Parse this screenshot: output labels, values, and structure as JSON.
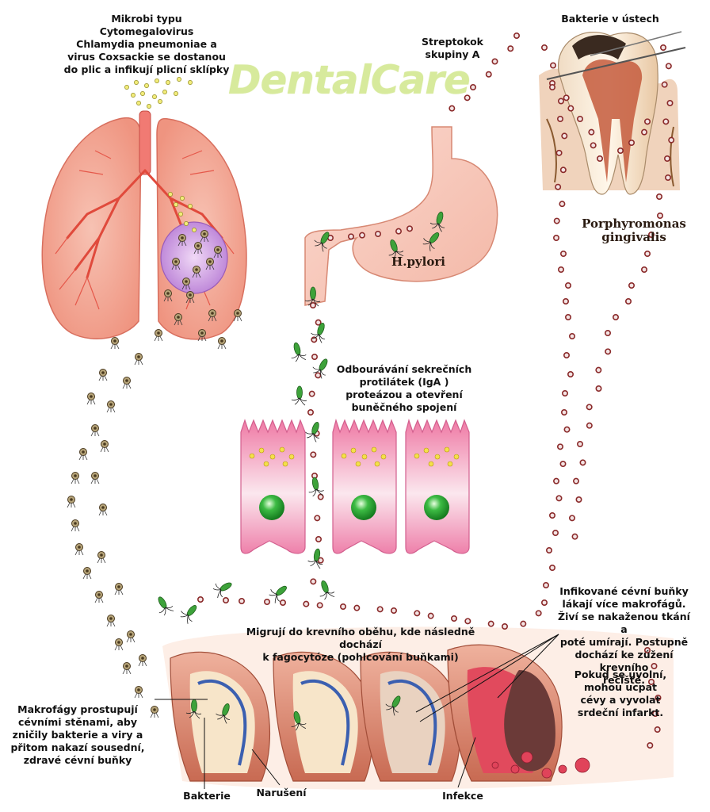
{
  "logo": {
    "text": "DentalCare"
  },
  "labels": {
    "lungs": "Mikrobi typu Cytomegalovirus\nChlamydia pneumoniae a\nvirus Coxsackie se dostanou\ndo plic a infikují plicní sklípky",
    "strep": "Streptokok\nskupiny A",
    "mouth": "Bakterie v ústech",
    "porphyromonas": "Porphyromonas\ngingivalis",
    "hpylori": "H.pylori",
    "iga": "Odbourávání sekrečních\nprotilátek (IgA )\nproteázou a otevření\nbuněčného spojení",
    "migrate": "Migrují do krevního oběhu, kde následně dochází\nk fagocytóze (pohlcování buňkami)",
    "infected": "Infikované cévní buňky\nlákají více makrofágů.\nŽiví se nakaženou tkání a\npoté umírají. Postupně\ndochází ke zúžení krevního\nřečiště.",
    "release": "Pokud se uvolní,\nmohou ucpat\ncévy a vyvolat\nsrdeční infarkt.",
    "macrophages": "Makrofágy prostupují\ncévními stěnami, aby\nzničily bakterie a viry a\npřitom nakazí sousední,\nzdravé cévní buňky",
    "bacteria": "Bakterie",
    "disruption": "Narušení",
    "infection": "Infekce"
  },
  "colors": {
    "logo": "#d7ea9c",
    "lung": "#f19a86",
    "vessel": "#e8826d",
    "cell": "#ef8fb0",
    "nucleus": "#2ea33a",
    "bacterium": "#3da23a",
    "dot": "#8a2a2a",
    "infection": "#e0435a"
  }
}
